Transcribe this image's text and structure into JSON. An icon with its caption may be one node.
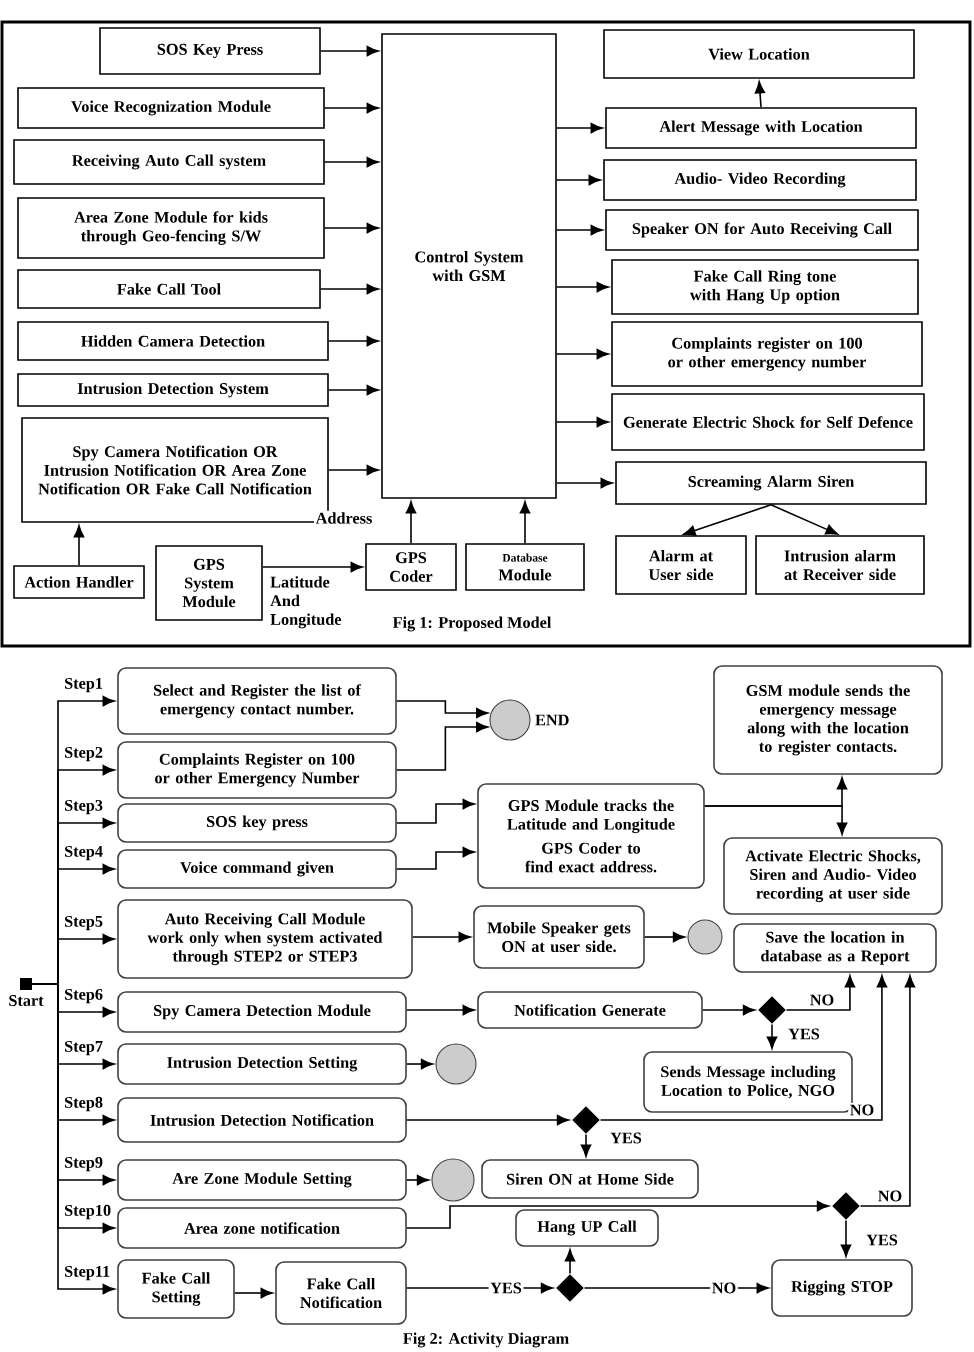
{
  "diagram": {
    "nodes": [
      {
        "text": [
          "SOS Key Press"
        ]
      },
      {
        "text": [
          "Voice Recognization Module"
        ]
      },
      {
        "text": [
          "Receiving Auto Call system"
        ]
      },
      {
        "text": [
          "Area Zone Module for kids through Geo-fencing S/W"
        ]
      },
      {
        "text": [
          "Fake Call Tool"
        ]
      },
      {
        "text": [
          "Hidden Camera Detection"
        ]
      },
      {
        "text": [
          "Intrusion Detection System"
        ]
      },
      {
        "text": [
          "Spy Camera Notification OR Intrusion Notification OR Area Zone Notification OR Fake Call Notification"
        ]
      },
      {
        "text": [
          "Control System with GSM"
        ]
      },
      {
        "text": [
          "View Location"
        ]
      },
      {
        "text": [
          "Alert Message with Location"
        ]
      },
      {
        "text": [
          "Audio- Video Recording"
        ]
      },
      {
        "text": [
          "Speaker ON for Auto Receiving Call"
        ]
      },
      {
        "text": [
          "Fake Call Ring tone with Hang Up option"
        ]
      },
      {
        "text": [
          "Complaints register on 100 or other emergency number"
        ]
      },
      {
        "text": [
          "Generate Electric Shock for Self Defence"
        ]
      },
      {
        "text": [
          "Screaming Alarm Siren"
        ]
      },
      {
        "text": [
          "Alarm at User side"
        ]
      },
      {
        "text": [
          "Intrusion alarm at Receiver side"
        ]
      },
      {
        "text": [
          "Action Handler"
        ]
      },
      {
        "text": [
          "GPS System Module"
        ]
      },
      {
        "text": [
          "GPS Coder"
        ]
      },
      {
        "text": [
          "Database",
          "Module"
        ]
      },
      {
        "text": [],
        "shape": "box",
        "beside": [
          "Start"
        ]
      },
      {
        "text": [
          "Select and Register the list of emergency contact number."
        ]
      },
      {
        "text": [
          "Complaints Register on 100 or other Emergency Number"
        ]
      },
      {
        "text": [
          "SOS key press"
        ]
      },
      {
        "text": [
          "Voice command given"
        ]
      },
      {
        "text": [
          "Auto Receiving Call Module work only when system activated through STEP2 or STEP3"
        ]
      },
      {
        "text": [
          "Spy Camera Detection Module"
        ]
      },
      {
        "text": [
          "Intrusion Detection Setting"
        ]
      },
      {
        "text": [
          "Intrusion Detection Notification"
        ]
      },
      {
        "text": [
          "Are Zone Module Setting"
        ]
      },
      {
        "text": [
          "Area zone notification"
        ]
      },
      {
        "text": [
          "Fake Call Setting"
        ]
      },
      {
        "text": [
          "Fake Call Notification"
        ]
      },
      {
        "text": [],
        "shape": "circle",
        "beside": [
          "END"
        ]
      },
      {
        "text": [
          "GSM module sends the emergency message along with the location to register contacts."
        ]
      },
      {
        "text": [
          "GPS Module tracks the Latitude and Longitude",
          "GPS Coder to find exact address."
        ]
      },
      {
        "text": [
          "Activate Electric Shocks, Siren and Audio- Video recording at user side"
        ]
      },
      {
        "text": [
          "Mobile Speaker gets ON at user side."
        ]
      },
      {
        "text": [],
        "shape": "circle"
      },
      {
        "text": [
          "Save the location in database as a Report"
        ]
      },
      {
        "text": [
          "Notification Generate"
        ]
      },
      {
        "text": [],
        "shape": "diamond"
      },
      {
        "text": [
          "Sends Message including Location to Police, NGO"
        ]
      },
      {
        "text": [],
        "shape": "circle"
      },
      {
        "text": [],
        "shape": "diamond"
      },
      {
        "text": [
          "Siren ON at Home Side"
        ]
      },
      {
        "text": [],
        "shape": "circle"
      },
      {
        "text": [],
        "shape": "diamond"
      },
      {
        "text": [
          "Hang UP Call"
        ]
      },
      {
        "text": [
          "Rigging STOP"
        ]
      },
      {
        "text": [],
        "shape": "diamond"
      }
    ],
    "edges": [
      {
        "from": 0,
        "to": 8,
        "arrow": "to"
      },
      {
        "from": 1,
        "to": 8,
        "arrow": "to"
      },
      {
        "from": 2,
        "to": 8,
        "arrow": "to"
      },
      {
        "from": 3,
        "to": 8,
        "arrow": "to"
      },
      {
        "from": 4,
        "to": 8,
        "arrow": "to"
      },
      {
        "from": 5,
        "to": 8,
        "arrow": "to"
      },
      {
        "from": 6,
        "to": 8,
        "arrow": "to"
      },
      {
        "from": 7,
        "to": 8,
        "arrow": "to"
      },
      {
        "from": 8,
        "to": 10,
        "arrow": "to"
      },
      {
        "from": 8,
        "to": 11,
        "arrow": "to"
      },
      {
        "from": 8,
        "to": 12,
        "arrow": "to"
      },
      {
        "from": 8,
        "to": 13,
        "arrow": "to"
      },
      {
        "from": 8,
        "to": 14,
        "arrow": "to"
      },
      {
        "from": 8,
        "to": 15,
        "arrow": "to"
      },
      {
        "from": 8,
        "to": 16,
        "arrow": "to"
      },
      {
        "from": 10,
        "to": 9,
        "arrow": "to"
      },
      {
        "from": 16,
        "to": 17,
        "arrow": "to"
      },
      {
        "from": 16,
        "to": 18,
        "arrow": "to"
      },
      {
        "from": 19,
        "to": 7,
        "arrow": "to"
      },
      {
        "from": 20,
        "to": 21,
        "arrow": "to",
        "label": "Latitude And Longitude"
      },
      {
        "from": 21,
        "to": 8,
        "arrow": "to",
        "label": "Address"
      },
      {
        "from": 22,
        "to": 8,
        "arrow": "to"
      },
      {
        "from": 23,
        "to": 24,
        "arrow": "to",
        "label": "Step1"
      },
      {
        "from": 23,
        "to": 25,
        "arrow": "to",
        "label": "Step2"
      },
      {
        "from": 23,
        "to": 26,
        "arrow": "to",
        "label": "Step3"
      },
      {
        "from": 23,
        "to": 27,
        "arrow": "to",
        "label": "Step4"
      },
      {
        "from": 23,
        "to": 28,
        "arrow": "to",
        "label": "Step5"
      },
      {
        "from": 23,
        "to": 29,
        "arrow": "to",
        "label": "Step6"
      },
      {
        "from": 23,
        "to": 30,
        "arrow": "to",
        "label": "Step7"
      },
      {
        "from": 23,
        "to": 31,
        "arrow": "to",
        "label": "Step8"
      },
      {
        "from": 23,
        "to": 32,
        "arrow": "to",
        "label": "Step9"
      },
      {
        "from": 23,
        "to": 33,
        "arrow": "to",
        "label": "Step10"
      },
      {
        "from": 23,
        "to": 34,
        "arrow": "to",
        "label": "Step11"
      },
      {
        "from": 24,
        "to": 36,
        "arrow": "to"
      },
      {
        "from": 25,
        "to": 36,
        "arrow": "to"
      },
      {
        "from": 26,
        "to": 38,
        "arrow": "to"
      },
      {
        "from": 27,
        "to": 38,
        "arrow": "to"
      },
      {
        "from": 38,
        "to": 37,
        "arrow": "to"
      },
      {
        "from": 38,
        "to": 39,
        "arrow": "to"
      },
      {
        "from": 28,
        "to": 40,
        "arrow": "to"
      },
      {
        "from": 40,
        "to": 41,
        "arrow": "to"
      },
      {
        "from": 29,
        "to": 43,
        "arrow": "to"
      },
      {
        "from": 43,
        "to": 44,
        "arrow": "to"
      },
      {
        "from": 44,
        "to": 42,
        "arrow": "to",
        "label": "NO"
      },
      {
        "from": 44,
        "to": 45,
        "arrow": "to",
        "label": "YES"
      },
      {
        "from": 30,
        "to": 46,
        "arrow": "to"
      },
      {
        "from": 31,
        "to": 47,
        "arrow": "to"
      },
      {
        "from": 47,
        "to": 48,
        "arrow": "to",
        "label": "YES"
      },
      {
        "from": 47,
        "to": 42,
        "arrow": "to",
        "label": "NO"
      },
      {
        "from": 32,
        "to": 49,
        "arrow": "to"
      },
      {
        "from": 33,
        "to": 50,
        "arrow": "to"
      },
      {
        "from": 50,
        "to": 42,
        "arrow": "to",
        "label": "NO"
      },
      {
        "from": 50,
        "to": 52,
        "arrow": "to",
        "label": "YES"
      },
      {
        "from": 34,
        "to": 35,
        "arrow": "to"
      },
      {
        "from": 35,
        "to": 53,
        "arrow": "to",
        "label": "YES"
      },
      {
        "from": 53,
        "to": 51,
        "arrow": "to"
      },
      {
        "from": 53,
        "to": 52,
        "arrow": "to",
        "label": "NO"
      }
    ],
    "labels": [
      "Fig 1: Proposed Model",
      "Fig 2: Activity Diagram"
    ]
  }
}
